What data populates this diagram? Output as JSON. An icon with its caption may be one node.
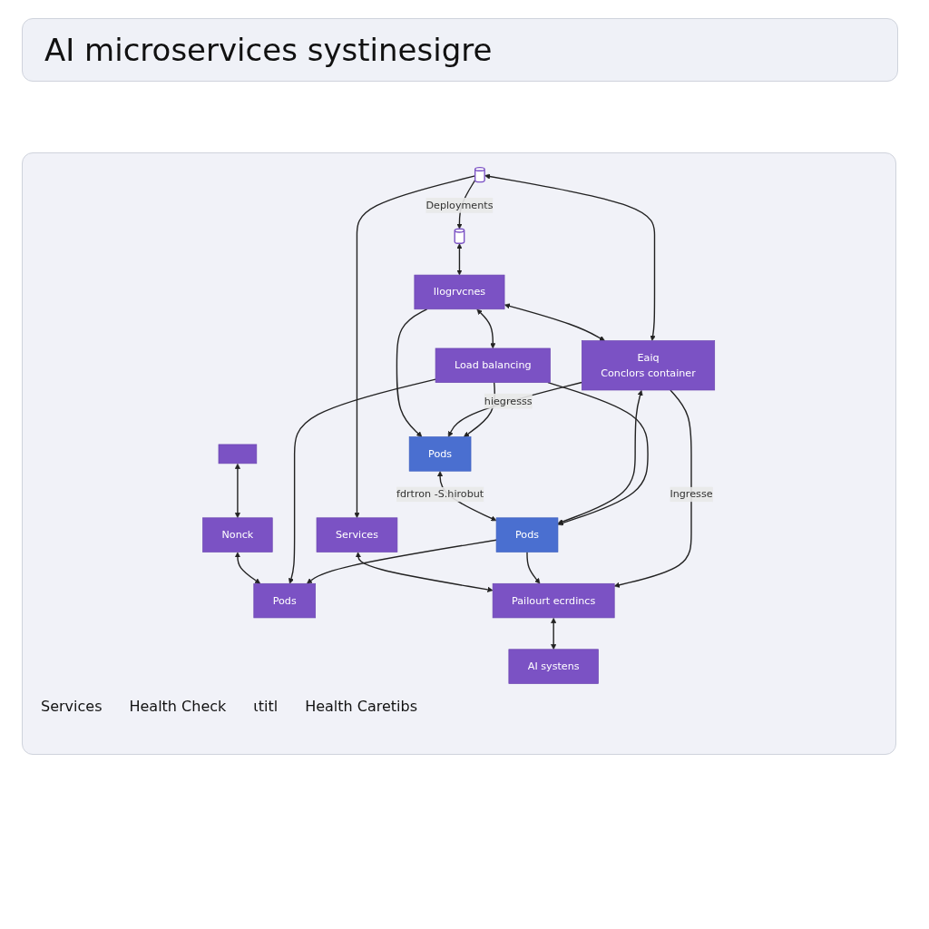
{
  "diagram": {
    "title": "AI microservices systinesigre",
    "nodes": [
      {
        "text": [],
        "shape": "cylinder"
      },
      {
        "text": [],
        "shape": "box"
      },
      {
        "text": [
          "Ilogrvcnes"
        ]
      },
      {
        "text": [
          "Nonck"
        ]
      },
      {
        "text": [],
        "shape": "cylinder"
      },
      {
        "text": [
          "Eaiq",
          "Conclors container"
        ]
      },
      {
        "text": [
          "Pods"
        ]
      },
      {
        "text": [
          "Load balancing"
        ]
      },
      {
        "text": [
          "Pods"
        ]
      },
      {
        "text": [
          "Services"
        ]
      },
      {
        "text": [
          "Pods"
        ]
      },
      {
        "text": [
          "Pailourt ecrdincs"
        ]
      },
      {
        "text": [
          "AI systens"
        ]
      }
    ],
    "edges": [
      {
        "from": 1,
        "to": 3,
        "arrow": "both"
      },
      {
        "from": 0,
        "to": 2,
        "arrow": "both"
      },
      {
        "from": 2,
        "to": 5,
        "arrow": "both"
      },
      {
        "from": 4,
        "to": 0,
        "arrow": "to",
        "label": "Deployments"
      },
      {
        "from": 2,
        "to": 6,
        "arrow": "to"
      },
      {
        "from": 2,
        "to": 7,
        "arrow": "both"
      },
      {
        "from": 3,
        "to": 8,
        "arrow": "both"
      },
      {
        "from": 4,
        "to": 5,
        "arrow": "both"
      },
      {
        "from": 5,
        "to": 6,
        "arrow": "to",
        "label": "hiegresss"
      },
      {
        "from": 7,
        "to": 6,
        "arrow": "to"
      },
      {
        "from": 7,
        "to": 8,
        "arrow": "to"
      },
      {
        "from": 6,
        "to": 10,
        "arrow": "both",
        "label": "fdrtron -S.hirobut"
      },
      {
        "from": 5,
        "to": 10,
        "arrow": "both"
      },
      {
        "from": 7,
        "to": 10,
        "arrow": "to"
      },
      {
        "from": 4,
        "to": 9,
        "arrow": "to"
      },
      {
        "from": 9,
        "to": 11,
        "arrow": "both"
      },
      {
        "from": 10,
        "to": 11,
        "arrow": "to"
      },
      {
        "from": 10,
        "to": 8,
        "arrow": "to"
      },
      {
        "from": 5,
        "to": 11,
        "arrow": "to",
        "label": "Ingresse"
      },
      {
        "from": 11,
        "to": 12,
        "arrow": "both"
      }
    ],
    "labels": [
      "Services",
      "Health Check",
      "ιtitl",
      "Health Caretibs"
    ]
  }
}
